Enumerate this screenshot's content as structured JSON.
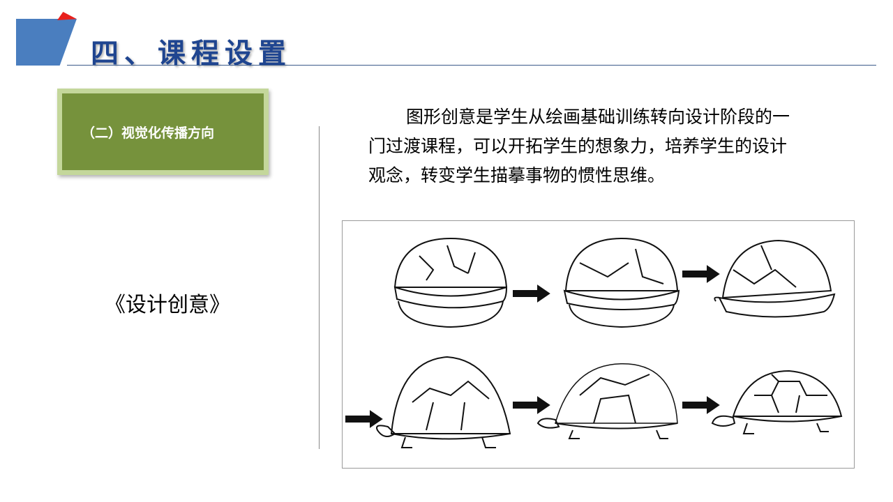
{
  "header": {
    "title": "四、课程设置"
  },
  "section": {
    "label": "（二）视觉化传播方向"
  },
  "course": {
    "name": "《设计创意》"
  },
  "description": "图形创意是学生从绘画基础训练转向设计阶段的一门过渡课程，可以开拓学生的想象力，培养学生的设计观念，转变学生描摹事物的惯性思维。",
  "colors": {
    "title": "#1f4590",
    "accent_blue": "#4a7ebf",
    "accent_red": "#e8201c",
    "green": "#76923c",
    "green_border": "#c4d79b"
  }
}
